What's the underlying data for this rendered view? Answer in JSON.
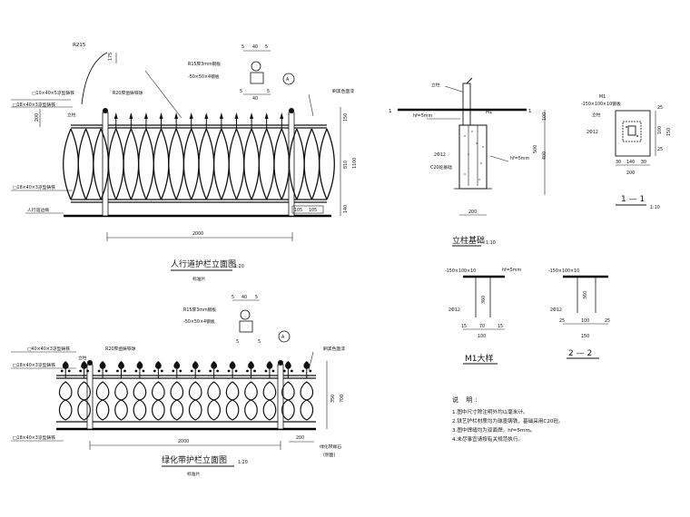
{
  "drawing1": {
    "title": "人行道护栏立面图",
    "scale": "1:20",
    "sub": "标准片",
    "labels": {
      "r215": "R215",
      "top_rail": "□10×40×5凉型铸铁",
      "post_18": "□18×40×3凉型铸铁",
      "post": "立柱",
      "r20": "R20厚凿铸铁球",
      "bottom_rail": "□18×40×3凉型铸铁",
      "ground": "人行道边缘",
      "paint": "刷黑色面漆",
      "r15_plate": "R15厚3mm钢板",
      "plate": "-50×50×4钢板",
      "a1": "A"
    },
    "dims": {
      "d175": "175",
      "d200": "200",
      "d5a": "5",
      "d40a": "40",
      "d5b": "5",
      "d5c": "5",
      "d40b": "40",
      "d5d": "5",
      "d150": "150",
      "d810": "810",
      "d1100": "1100",
      "d140": "140",
      "d105a": "105",
      "d105b": "105",
      "d2000": "2000"
    }
  },
  "drawing2": {
    "title": "立柱基础",
    "scale": "1:10",
    "labels": {
      "post": "立柱",
      "m1": "M1",
      "hf_top": "hf=5mm",
      "hf_side": "hf=5mm",
      "rebar": "2Φ12",
      "concrete": "C20砼基础",
      "sec_mark": "1"
    },
    "dims": {
      "d100": "100",
      "d400": "400",
      "d500": "500",
      "d200": "200"
    }
  },
  "drawing3": {
    "title": "1 — 1",
    "scale": "1:10",
    "labels": {
      "m1": "M1",
      "plate": "-150×100×10钢板",
      "post": "立柱",
      "rebar": "2Φ12"
    },
    "dims": {
      "d25a": "25",
      "d100": "100",
      "d25b": "25",
      "d150": "150",
      "d30a": "30",
      "d140": "140",
      "d30b": "30",
      "d200": "200"
    }
  },
  "drawing4": {
    "title": "M1大样",
    "labels": {
      "plate": "-150×100×10",
      "hf": "hf=5mm",
      "rebar": "2Φ12"
    },
    "dims": {
      "d360": "360",
      "d15a": "15",
      "d70": "70",
      "d15b": "15",
      "d100": "100"
    }
  },
  "drawing5": {
    "title": "2 — 2",
    "labels": {
      "plate": "-150×100×10",
      "rebar": "2Φ12"
    },
    "dims": {
      "d360": "360",
      "d25a": "25",
      "d100": "100",
      "d25b": "25",
      "d150": "150"
    }
  },
  "drawing6": {
    "title": "绿化带护栏立面图",
    "scale": "1:20",
    "sub": "标准片",
    "labels": {
      "top_rail": "□40×40×3凉型铸铁",
      "post_18a": "□18×40×3凉型铸铁",
      "post": "立柱",
      "r20": "R20厚凿铸铁球",
      "bottom_rail": "□18×40×3凉型铸铁",
      "paint": "刷黑色面漆",
      "r15_plate": "R15厚3mm钢板",
      "plate": "-50×50×4钢板",
      "curb": "绿化带缘石",
      "curb2": "(侧面)",
      "a1": "A"
    },
    "dims": {
      "d5a": "5",
      "d40": "40",
      "d5b": "5",
      "d350": "350",
      "d700": "700",
      "d200": "200",
      "d2000": "2000",
      "d5c": "5",
      "d5d": "5"
    }
  },
  "notes": {
    "title": "说  明:",
    "items": [
      "1.图中尺寸除注明外均以毫米计。",
      "2.铁艺护栏材质均为球墨铸铁，基础采用C20砼。",
      "3.图中焊缝均为双面焊，hf=5mm。",
      "4.未尽事宜请按有关规范执行。"
    ]
  }
}
